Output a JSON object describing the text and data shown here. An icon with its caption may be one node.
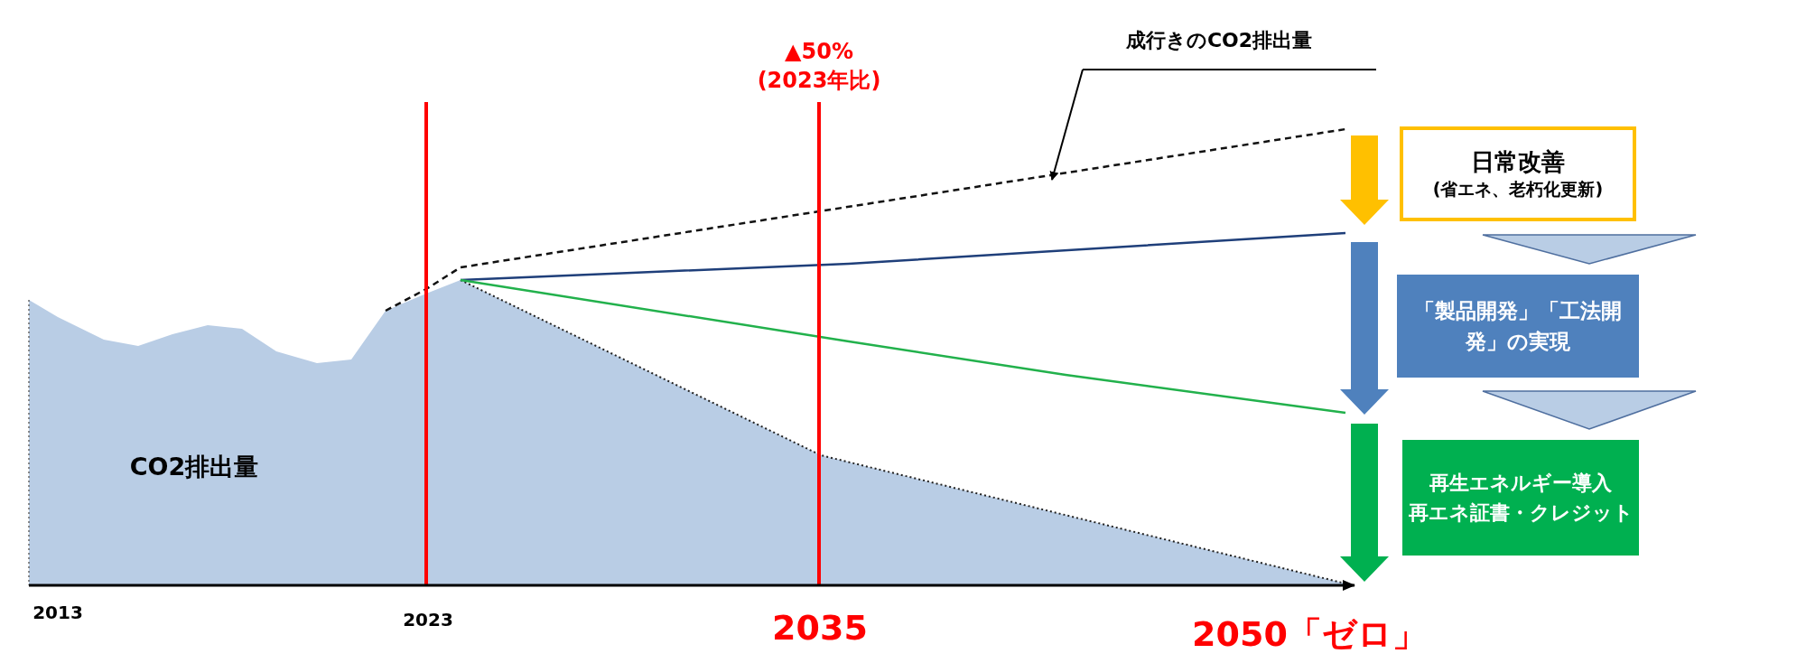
{
  "diagram": {
    "nodes": [
      {
        "text": [
          "成行きのCO2排出量"
        ]
      },
      {
        "text": [
          "日常改善",
          "(省エネ、老朽化更新)"
        ]
      },
      {
        "text": [
          "「製品開発」「工法開発」の実現"
        ]
      },
      {
        "text": [
          "再生エネルギー導入",
          "再エネ証書・クレジット"
        ]
      }
    ],
    "edges": [
      {
        "from": 0,
        "to": null,
        "arrow": "to"
      },
      {
        "from": 1,
        "to": 2,
        "arrow": "to"
      },
      {
        "from": 2,
        "to": 3,
        "arrow": "to"
      }
    ],
    "labels": [
      "▲50%",
      "(2023年比)",
      "CO2排出量",
      "2013",
      "2023",
      "2035",
      "2050「ゼロ」"
    ]
  }
}
